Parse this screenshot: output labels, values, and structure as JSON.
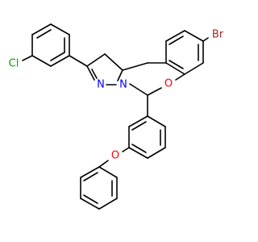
{
  "molecule": {
    "atoms": [
      {
        "name": "atom-br",
        "label": "Br",
        "color": "#a52a2a"
      },
      {
        "name": "atom-cl",
        "label": "Cl",
        "color": "#00a000"
      },
      {
        "name": "atom-o-ring",
        "label": "O",
        "color": "#ff0000"
      },
      {
        "name": "atom-o-ether",
        "label": "O",
        "color": "#ff0000"
      },
      {
        "name": "atom-n-imine",
        "label": "N",
        "color": "#0000ff"
      },
      {
        "name": "atom-n-ring",
        "label": "N",
        "color": "#0000ff"
      }
    ],
    "bond_color": "#000000"
  }
}
